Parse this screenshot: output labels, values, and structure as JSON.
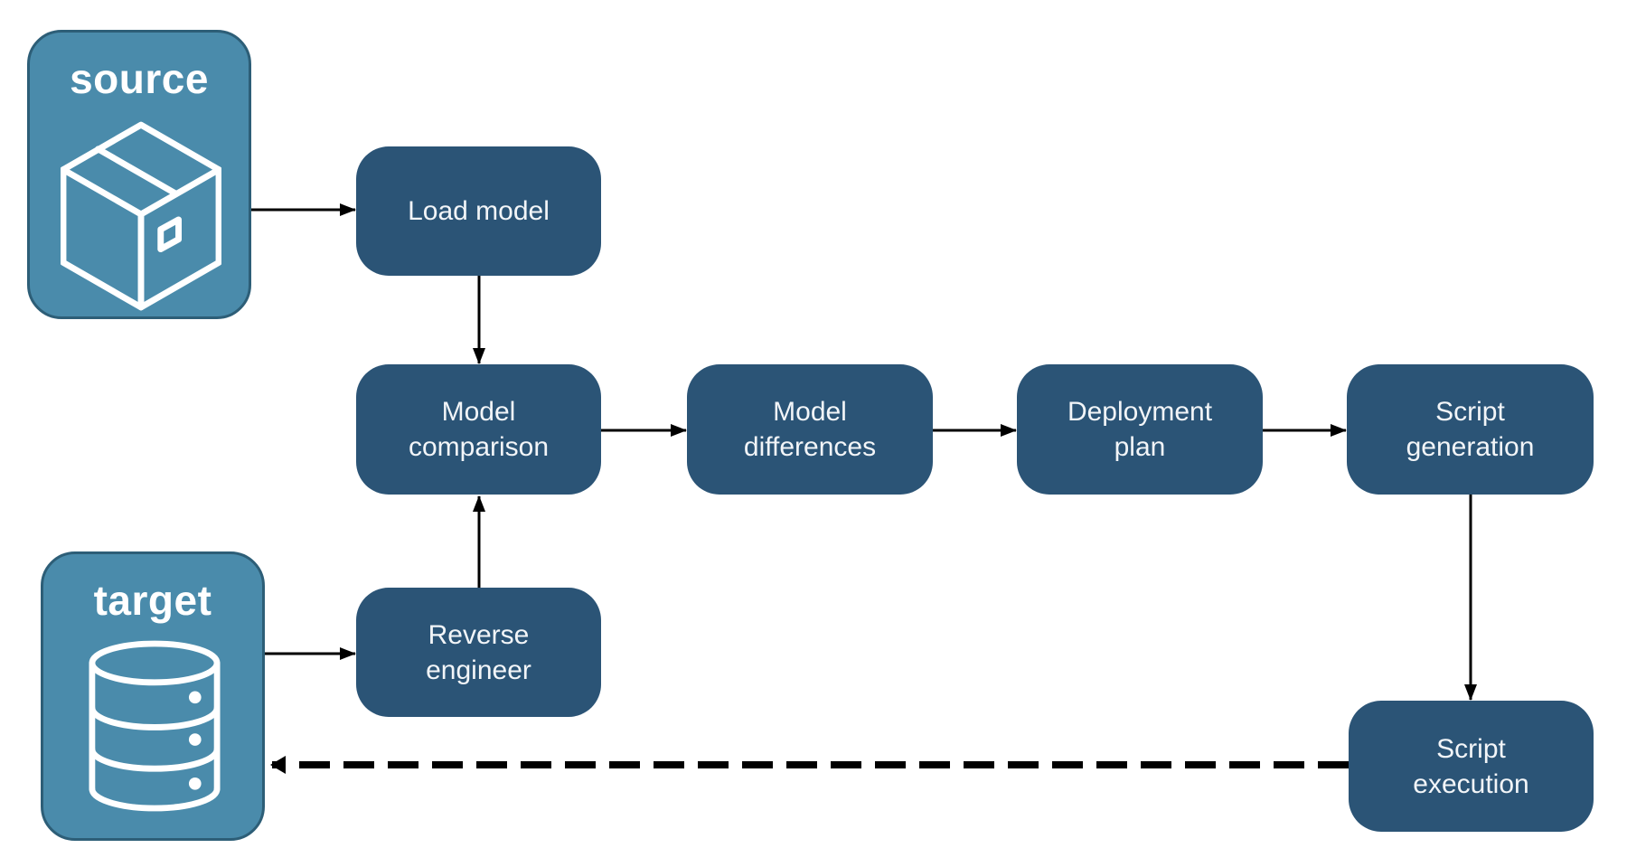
{
  "diagram": {
    "title": "model deployment pipeline",
    "endpoints": {
      "source": {
        "label": "source",
        "icon": "package-box-icon"
      },
      "target": {
        "label": "target",
        "icon": "database-icon"
      }
    },
    "nodes": {
      "load_model": {
        "label": "Load model"
      },
      "model_comparison": {
        "label": "Model\ncomparison"
      },
      "model_differences": {
        "label": "Model\ndifferences"
      },
      "deployment_plan": {
        "label": "Deployment\nplan"
      },
      "script_generation": {
        "label": "Script\ngeneration"
      },
      "reverse_engineer": {
        "label": "Reverse\nengineer"
      },
      "script_execution": {
        "label": "Script\nexecution"
      }
    },
    "edges": [
      {
        "from": "source",
        "to": "load_model",
        "style": "solid"
      },
      {
        "from": "load_model",
        "to": "model_comparison",
        "style": "solid"
      },
      {
        "from": "target",
        "to": "reverse_engineer",
        "style": "solid"
      },
      {
        "from": "reverse_engineer",
        "to": "model_comparison",
        "style": "solid"
      },
      {
        "from": "model_comparison",
        "to": "model_differences",
        "style": "solid"
      },
      {
        "from": "model_differences",
        "to": "deployment_plan",
        "style": "solid"
      },
      {
        "from": "deployment_plan",
        "to": "script_generation",
        "style": "solid"
      },
      {
        "from": "script_generation",
        "to": "script_execution",
        "style": "solid"
      },
      {
        "from": "script_execution",
        "to": "target",
        "style": "dashed"
      }
    ],
    "colors": {
      "node_fill": "#2B5476",
      "endpoint_fill": "#4A8BAB",
      "endpoint_border": "#2D5E77",
      "label_text": "#FFFFFF",
      "arrow": "#000000",
      "background": "#FFFFFF"
    }
  }
}
